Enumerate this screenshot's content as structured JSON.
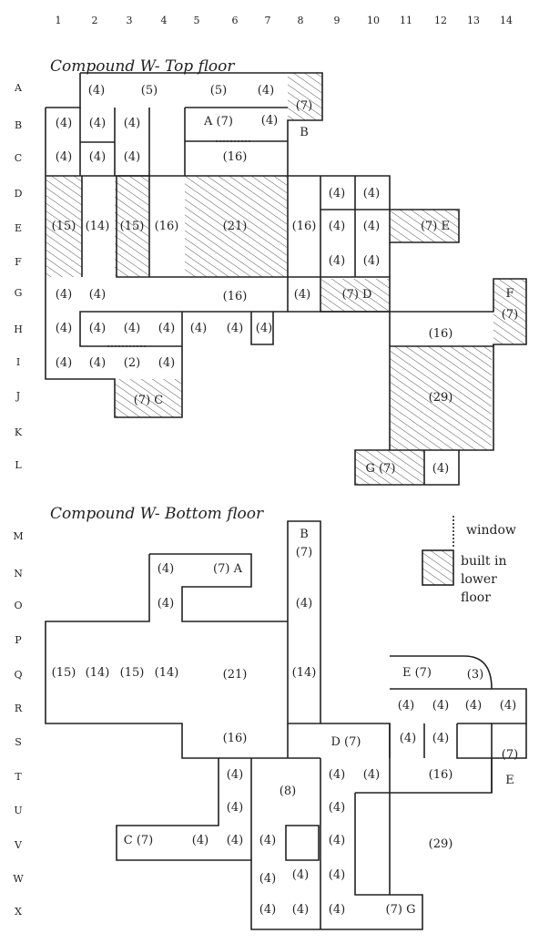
{
  "columns": [
    "1",
    "2",
    "3",
    "4",
    "5",
    "6",
    "7",
    "8",
    "9",
    "10",
    "11",
    "12",
    "13",
    "14"
  ],
  "rows": [
    "A",
    "B",
    "C",
    "D",
    "E",
    "F",
    "G",
    "H",
    "I",
    "J",
    "K",
    "L",
    "M",
    "N",
    "O",
    "P",
    "Q",
    "R",
    "S",
    "T",
    "U",
    "V",
    "W",
    "X"
  ],
  "top_floor": {
    "title": "Compound W- Top floor",
    "labels": [
      {
        "key": "t_a_2",
        "text": "(4)"
      },
      {
        "key": "t_a_4",
        "text": "(5)"
      },
      {
        "key": "t_a_6",
        "text": "(5)"
      },
      {
        "key": "t_a_7",
        "text": "(4)"
      },
      {
        "key": "t_a_8",
        "text": "(7)"
      },
      {
        "key": "t_b_1",
        "text": "(4)"
      },
      {
        "key": "t_b_2",
        "text": "(4)"
      },
      {
        "key": "t_b_3",
        "text": "(4)"
      },
      {
        "key": "t_b_5",
        "text": "A (7)"
      },
      {
        "key": "t_b_7",
        "text": "(4)"
      },
      {
        "key": "t_b_8",
        "text": "B"
      },
      {
        "key": "t_c_1",
        "text": "(4)"
      },
      {
        "key": "t_c_2",
        "text": "(4)"
      },
      {
        "key": "t_c_3",
        "text": "(4)"
      },
      {
        "key": "t_c_6",
        "text": "(16)"
      },
      {
        "key": "t_d_9",
        "text": "(4)"
      },
      {
        "key": "t_d_10",
        "text": "(4)"
      },
      {
        "key": "t_e_1",
        "text": "(15)"
      },
      {
        "key": "t_e_2",
        "text": "(14)"
      },
      {
        "key": "t_e_3",
        "text": "(15)"
      },
      {
        "key": "t_e_4",
        "text": "(16)"
      },
      {
        "key": "t_e_6",
        "text": "(21)"
      },
      {
        "key": "t_e_8",
        "text": "(16)"
      },
      {
        "key": "t_e_9",
        "text": "(4)"
      },
      {
        "key": "t_e_10",
        "text": "(4)"
      },
      {
        "key": "t_e_12",
        "text": "(7) E"
      },
      {
        "key": "t_f_9",
        "text": "(4)"
      },
      {
        "key": "t_f_10",
        "text": "(4)"
      },
      {
        "key": "t_g_1",
        "text": "(4)"
      },
      {
        "key": "t_g_2",
        "text": "(4)"
      },
      {
        "key": "t_g_6",
        "text": "(16)"
      },
      {
        "key": "t_g_8",
        "text": "(4)"
      },
      {
        "key": "t_g_9",
        "text": "(7) D"
      },
      {
        "key": "t_g_14a",
        "text": "F"
      },
      {
        "key": "t_h_1",
        "text": "(4)"
      },
      {
        "key": "t_h_2",
        "text": "(4)"
      },
      {
        "key": "t_h_3",
        "text": "(4)"
      },
      {
        "key": "t_h_4",
        "text": "(4)"
      },
      {
        "key": "t_h_5",
        "text": "(4)"
      },
      {
        "key": "t_h_6",
        "text": "(4)"
      },
      {
        "key": "t_h_7",
        "text": "(4)"
      },
      {
        "key": "t_h_12",
        "text": "(16)"
      },
      {
        "key": "t_h_14",
        "text": "(7)"
      },
      {
        "key": "t_i_1",
        "text": "(4)"
      },
      {
        "key": "t_i_2",
        "text": "(4)"
      },
      {
        "key": "t_i_3",
        "text": "(2)"
      },
      {
        "key": "t_i_4",
        "text": "(4)"
      },
      {
        "key": "t_j_3",
        "text": "(7) C"
      },
      {
        "key": "t_j_12",
        "text": "(29)"
      },
      {
        "key": "t_l_10",
        "text": "G (7)"
      },
      {
        "key": "t_l_12",
        "text": "(4)"
      }
    ]
  },
  "bottom_floor": {
    "title": "Compound W- Bottom floor",
    "labels": [
      {
        "key": "b_m_8",
        "text": "B"
      },
      {
        "key": "b_m_8b",
        "text": "(7)"
      },
      {
        "key": "b_n_4",
        "text": "(4)"
      },
      {
        "key": "b_n_6",
        "text": "(7) A"
      },
      {
        "key": "b_o_4",
        "text": "(4)"
      },
      {
        "key": "b_o_8",
        "text": "(4)"
      },
      {
        "key": "b_q_1",
        "text": "(15)"
      },
      {
        "key": "b_q_2",
        "text": "(14)"
      },
      {
        "key": "b_q_3",
        "text": "(15)"
      },
      {
        "key": "b_q_4",
        "text": "(14)"
      },
      {
        "key": "b_q_6",
        "text": "(21)"
      },
      {
        "key": "b_q_8",
        "text": "(14)"
      },
      {
        "key": "b_q_11",
        "text": "E (7)"
      },
      {
        "key": "b_q_13",
        "text": "(3)"
      },
      {
        "key": "b_r_11",
        "text": "(4)"
      },
      {
        "key": "b_r_12",
        "text": "(4)"
      },
      {
        "key": "b_r_13",
        "text": "(4)"
      },
      {
        "key": "b_r_14",
        "text": "(4)"
      },
      {
        "key": "b_s_6",
        "text": "(16)"
      },
      {
        "key": "b_s_9",
        "text": "D (7)"
      },
      {
        "key": "b_s_11",
        "text": "(4)"
      },
      {
        "key": "b_s_12",
        "text": "(4)"
      },
      {
        "key": "b_s_14",
        "text": "(7)"
      },
      {
        "key": "b_t_6",
        "text": "(4)"
      },
      {
        "key": "b_t_9",
        "text": "(4)"
      },
      {
        "key": "b_t_10",
        "text": "(4)"
      },
      {
        "key": "b_t_12",
        "text": "(16)"
      },
      {
        "key": "b_t_14",
        "text": "E"
      },
      {
        "key": "b_u_6",
        "text": "(4)"
      },
      {
        "key": "b_u_8",
        "text": "(8)"
      },
      {
        "key": "b_u_9",
        "text": "(4)"
      },
      {
        "key": "b_v_3",
        "text": "C (7)"
      },
      {
        "key": "b_v_5",
        "text": "(4)"
      },
      {
        "key": "b_v_6",
        "text": "(4)"
      },
      {
        "key": "b_v_7",
        "text": "(4)"
      },
      {
        "key": "b_v_9",
        "text": "(4)"
      },
      {
        "key": "b_v_12",
        "text": "(29)"
      },
      {
        "key": "b_w_7",
        "text": "(4)"
      },
      {
        "key": "b_w_8",
        "text": "(4)"
      },
      {
        "key": "b_w_9",
        "text": "(4)"
      },
      {
        "key": "b_x_7",
        "text": "(4)"
      },
      {
        "key": "b_x_8",
        "text": "(4)"
      },
      {
        "key": "b_x_9",
        "text": "(4)"
      },
      {
        "key": "b_x_11",
        "text": "(7) G"
      }
    ]
  },
  "legend": {
    "window_label": "window",
    "built_label_1": "built in",
    "built_label_2": "lower",
    "built_label_3": "floor"
  },
  "colors": {
    "ink": "#222222",
    "paper": "#ffffff",
    "hatch": "#444444"
  }
}
